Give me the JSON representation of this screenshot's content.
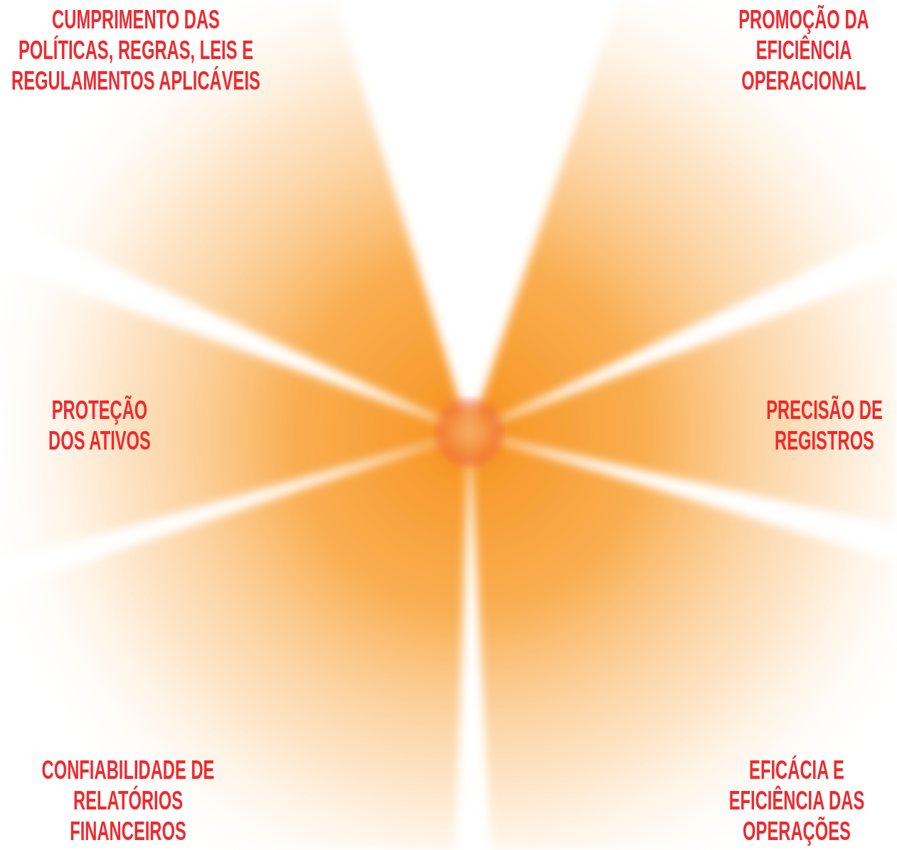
{
  "diagram": {
    "labels": [
      "CUMPRIMENTO DAS POLÍTICAS, REGRAS, LEIS E REGULAMENTOS APLICÁVEIS",
      "PROMOÇÃO DA EFICIÊNCIA OPERACIONAL",
      "PROTEÇÃO DOS ATIVOS",
      "PRECISÃO DE REGISTROS",
      "CONFIABILIDADE DE RELATÓRIOS FINANCEIROS",
      "EFICÁCIA E EFICIÊNCIA DAS OPERAÇÕES"
    ]
  }
}
